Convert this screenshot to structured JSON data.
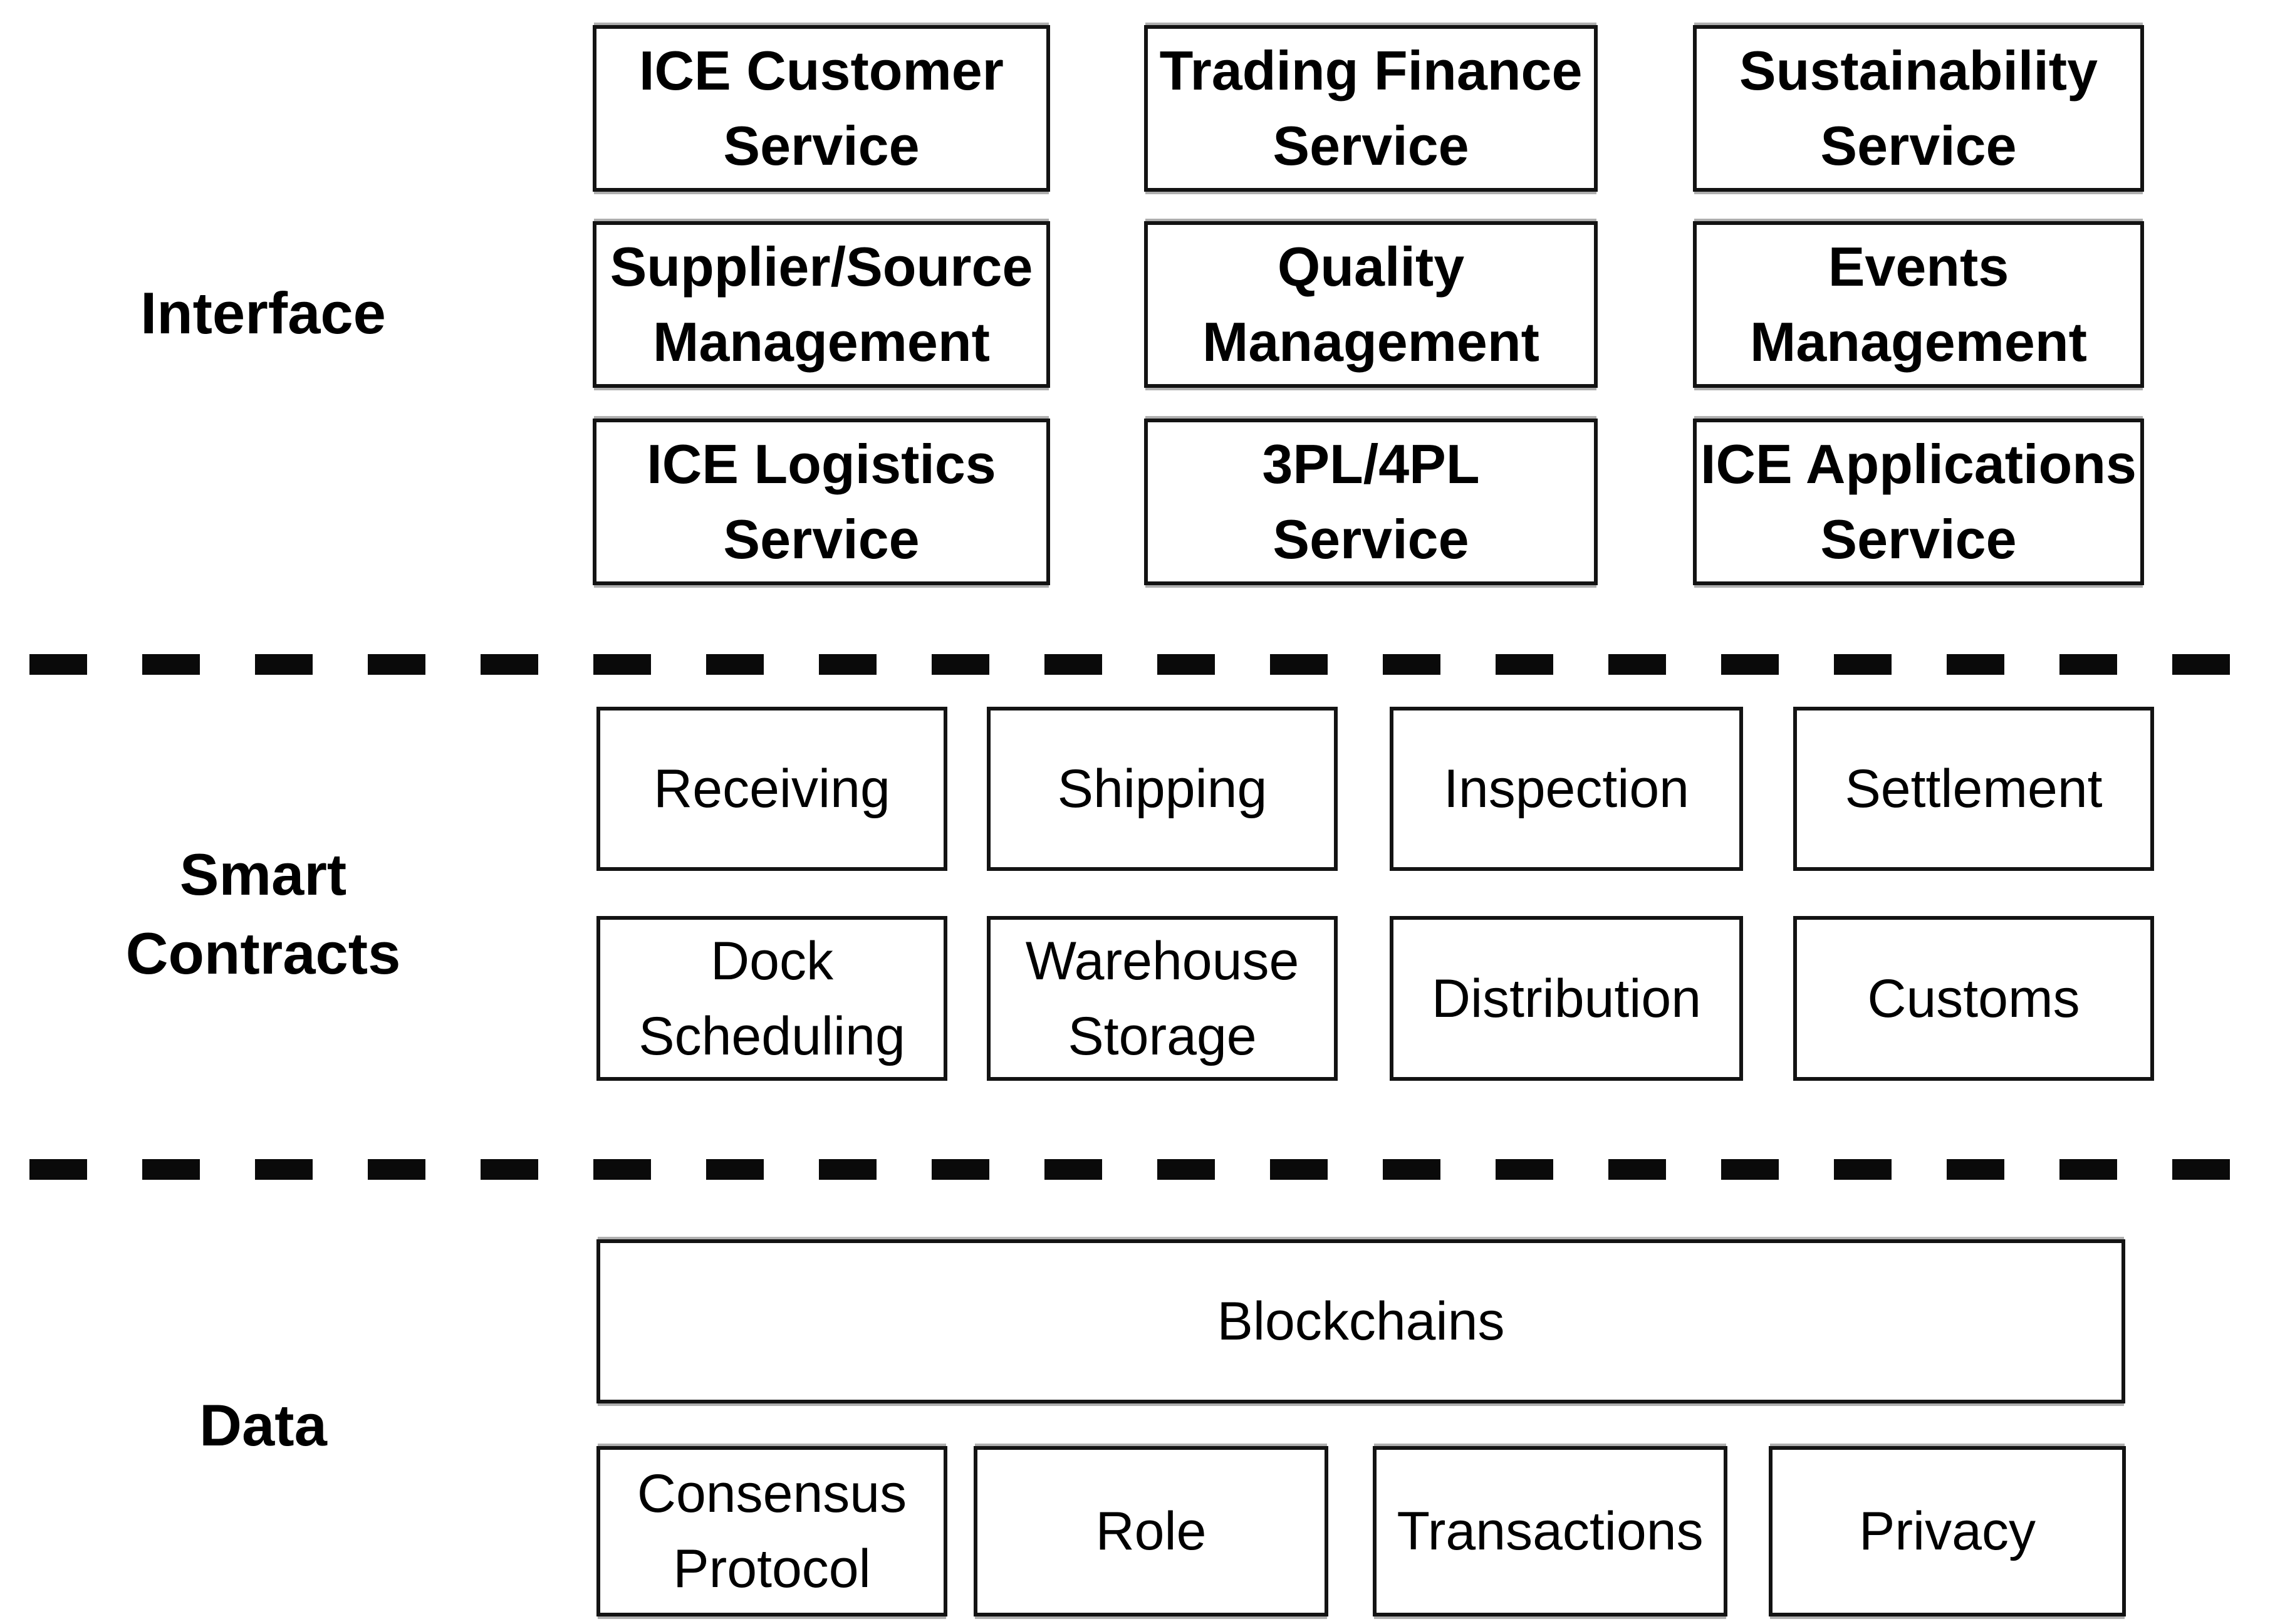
{
  "diagram": {
    "title_hint": "Blockchain-based logistics platform layered architecture",
    "colors": {
      "background": "#ffffff",
      "box_border": "#131313",
      "text": "#000000",
      "dash": "#0a0a0a"
    },
    "layers": [
      {
        "label": "Interface",
        "rows": [
          [
            "ICE Customer\nService",
            "Trading Finance\nService",
            "Sustainability\nService"
          ],
          [
            "Supplier/Source\nManagement",
            "Quality\nManagement",
            "Events\nManagement"
          ],
          [
            "ICE Logistics\nService",
            "3PL/4PL\nService",
            "ICE Applications\nService"
          ]
        ]
      },
      {
        "label": "Smart\nContracts",
        "rows": [
          [
            "Receiving",
            "Shipping",
            "Inspection",
            "Settlement"
          ],
          [
            "Dock\nScheduling",
            "Warehouse\nStorage",
            "Distribution",
            "Customs"
          ]
        ]
      },
      {
        "label": "Data",
        "wide_box": "Blockchains",
        "rows": [
          [
            "Consensus\nProtocol",
            "Role",
            "Transactions",
            "Privacy"
          ]
        ]
      }
    ]
  }
}
